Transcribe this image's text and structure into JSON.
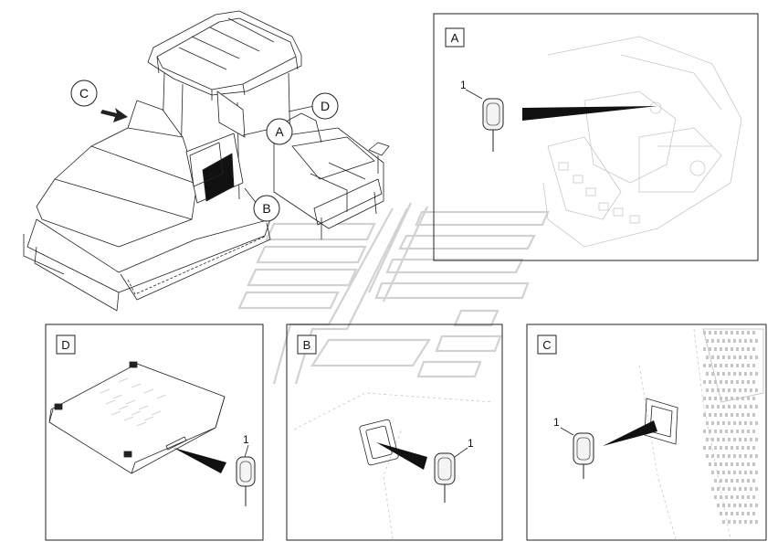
{
  "callouts": {
    "overview_A": "A",
    "overview_B": "B",
    "overview_C": "C",
    "overview_D": "D"
  },
  "panels": {
    "A": {
      "tag": "A",
      "part": "1"
    },
    "B": {
      "tag": "B",
      "part": "1"
    },
    "C": {
      "tag": "C",
      "part": "1"
    },
    "D": {
      "tag": "D",
      "part": "1"
    }
  },
  "colors": {
    "line": "#222222",
    "faint": "#c8c8c8",
    "watermark": "#d6d6d6"
  }
}
